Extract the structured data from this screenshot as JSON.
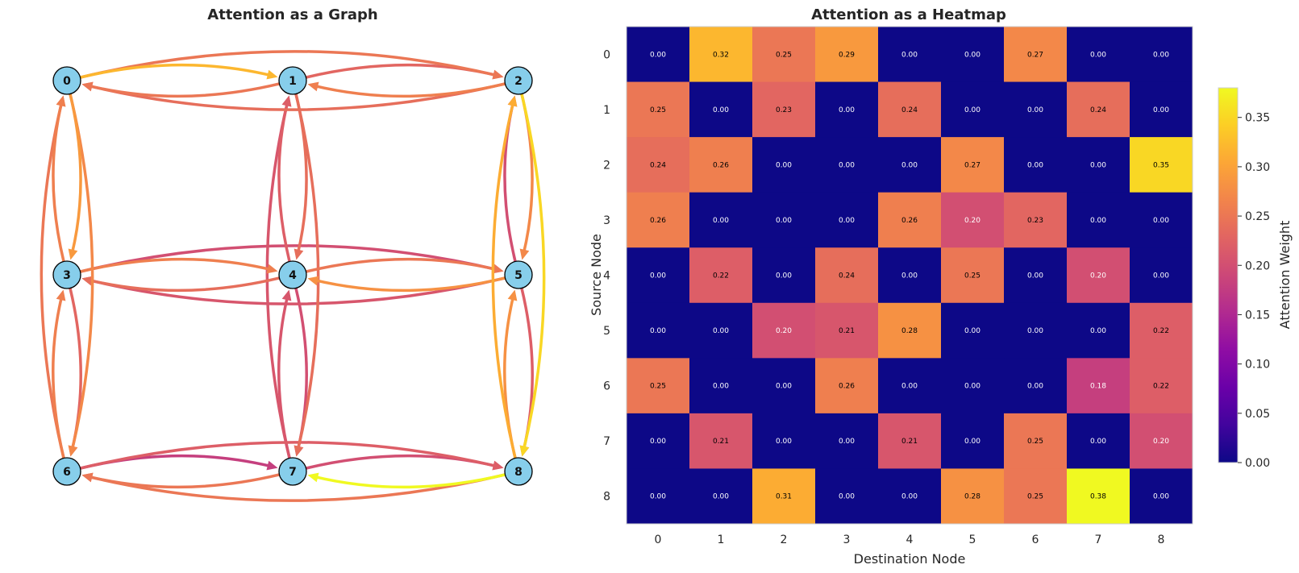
{
  "chart_data": [
    {
      "type": "diagram",
      "title": "Attention as a Graph",
      "nodes": [
        "0",
        "1",
        "2",
        "3",
        "4",
        "5",
        "6",
        "7",
        "8"
      ],
      "edges": [
        {
          "from": "0",
          "to": "1",
          "weight": 0.32
        },
        {
          "from": "0",
          "to": "2",
          "weight": 0.25
        },
        {
          "from": "0",
          "to": "3",
          "weight": 0.29
        },
        {
          "from": "0",
          "to": "6",
          "weight": 0.27
        },
        {
          "from": "1",
          "to": "0",
          "weight": 0.25
        },
        {
          "from": "1",
          "to": "2",
          "weight": 0.23
        },
        {
          "from": "1",
          "to": "4",
          "weight": 0.24
        },
        {
          "from": "1",
          "to": "7",
          "weight": 0.24
        },
        {
          "from": "2",
          "to": "0",
          "weight": 0.24
        },
        {
          "from": "2",
          "to": "1",
          "weight": 0.26
        },
        {
          "from": "2",
          "to": "5",
          "weight": 0.27
        },
        {
          "from": "2",
          "to": "8",
          "weight": 0.35
        },
        {
          "from": "3",
          "to": "0",
          "weight": 0.26
        },
        {
          "from": "3",
          "to": "4",
          "weight": 0.26
        },
        {
          "from": "3",
          "to": "5",
          "weight": 0.2
        },
        {
          "from": "3",
          "to": "6",
          "weight": 0.23
        },
        {
          "from": "4",
          "to": "1",
          "weight": 0.22
        },
        {
          "from": "4",
          "to": "3",
          "weight": 0.24
        },
        {
          "from": "4",
          "to": "5",
          "weight": 0.25
        },
        {
          "from": "4",
          "to": "7",
          "weight": 0.2
        },
        {
          "from": "5",
          "to": "2",
          "weight": 0.2
        },
        {
          "from": "5",
          "to": "3",
          "weight": 0.21
        },
        {
          "from": "5",
          "to": "4",
          "weight": 0.28
        },
        {
          "from": "5",
          "to": "8",
          "weight": 0.22
        },
        {
          "from": "6",
          "to": "0",
          "weight": 0.25
        },
        {
          "from": "6",
          "to": "3",
          "weight": 0.26
        },
        {
          "from": "6",
          "to": "7",
          "weight": 0.18
        },
        {
          "from": "6",
          "to": "8",
          "weight": 0.22
        },
        {
          "from": "7",
          "to": "1",
          "weight": 0.21
        },
        {
          "from": "7",
          "to": "4",
          "weight": 0.21
        },
        {
          "from": "7",
          "to": "6",
          "weight": 0.25
        },
        {
          "from": "7",
          "to": "8",
          "weight": 0.2
        },
        {
          "from": "8",
          "to": "2",
          "weight": 0.31
        },
        {
          "from": "8",
          "to": "5",
          "weight": 0.28
        },
        {
          "from": "8",
          "to": "6",
          "weight": 0.25
        },
        {
          "from": "8",
          "to": "7",
          "weight": 0.38
        }
      ],
      "node_color": "#87ceeb",
      "colormap": "plasma"
    },
    {
      "type": "heatmap",
      "title": "Attention as a Heatmap",
      "xlabel": "Destination Node",
      "ylabel": "Source Node",
      "x_categories": [
        "0",
        "1",
        "2",
        "3",
        "4",
        "5",
        "6",
        "7",
        "8"
      ],
      "y_categories": [
        "0",
        "1",
        "2",
        "3",
        "4",
        "5",
        "6",
        "7",
        "8"
      ],
      "values": [
        [
          0.0,
          0.32,
          0.25,
          0.29,
          0.0,
          0.0,
          0.27,
          0.0,
          0.0
        ],
        [
          0.25,
          0.0,
          0.23,
          0.0,
          0.24,
          0.0,
          0.0,
          0.24,
          0.0
        ],
        [
          0.24,
          0.26,
          0.0,
          0.0,
          0.0,
          0.27,
          0.0,
          0.0,
          0.35
        ],
        [
          0.26,
          0.0,
          0.0,
          0.0,
          0.26,
          0.2,
          0.23,
          0.0,
          0.0
        ],
        [
          0.0,
          0.22,
          0.0,
          0.24,
          0.0,
          0.25,
          0.0,
          0.2,
          0.0
        ],
        [
          0.0,
          0.0,
          0.2,
          0.21,
          0.28,
          0.0,
          0.0,
          0.0,
          0.22
        ],
        [
          0.25,
          0.0,
          0.0,
          0.26,
          0.0,
          0.0,
          0.0,
          0.18,
          0.22
        ],
        [
          0.0,
          0.21,
          0.0,
          0.0,
          0.21,
          0.0,
          0.25,
          0.0,
          0.2
        ],
        [
          0.0,
          0.0,
          0.31,
          0.0,
          0.0,
          0.28,
          0.25,
          0.38,
          0.0
        ]
      ],
      "colorbar": {
        "label": "Attention Weight",
        "range": [
          0.0,
          0.38
        ],
        "ticks": [
          "0.00",
          "0.05",
          "0.10",
          "0.15",
          "0.20",
          "0.25",
          "0.30",
          "0.35"
        ]
      },
      "colormap": "plasma"
    }
  ]
}
